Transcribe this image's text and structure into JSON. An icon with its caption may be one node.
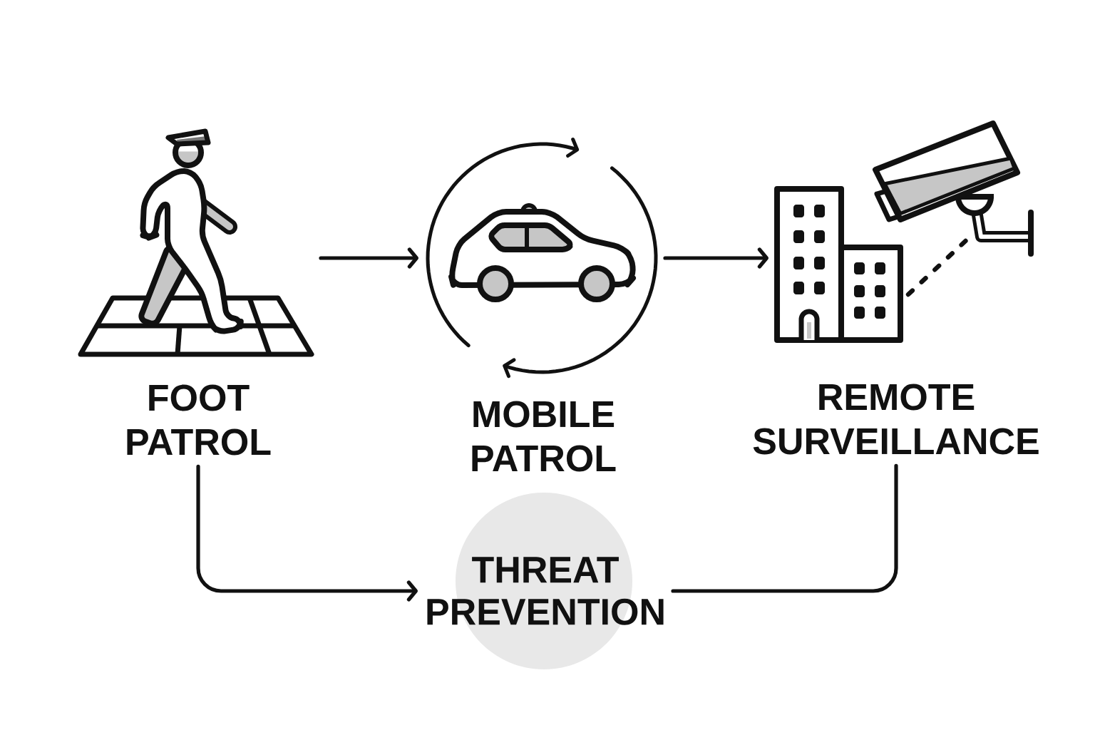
{
  "diagram": {
    "nodes": [
      {
        "text": [],
        "shape": "picture"
      },
      {
        "text": [
          "FOOT PATROL"
        ]
      },
      {
        "text": [],
        "shape": "picture"
      },
      {
        "text": [
          "MOBILE PATROL"
        ]
      },
      {
        "text": [],
        "shape": "picture"
      },
      {
        "text": [],
        "shape": "picture"
      },
      {
        "text": [
          "REMOTE SURVEILLANCE"
        ]
      },
      {
        "text": [
          "THREAT PREVENTION"
        ]
      }
    ],
    "edges": [
      {
        "from": 0,
        "to": 2,
        "arrow": "to"
      },
      {
        "from": 2,
        "to": 4,
        "arrow": "to"
      },
      {
        "from": 5,
        "to": 4,
        "arrow": "none",
        "style": "dashed"
      },
      {
        "from": 1,
        "to": 7,
        "arrow": "to"
      },
      {
        "from": 6,
        "to": 7,
        "arrow": "none"
      }
    ]
  }
}
